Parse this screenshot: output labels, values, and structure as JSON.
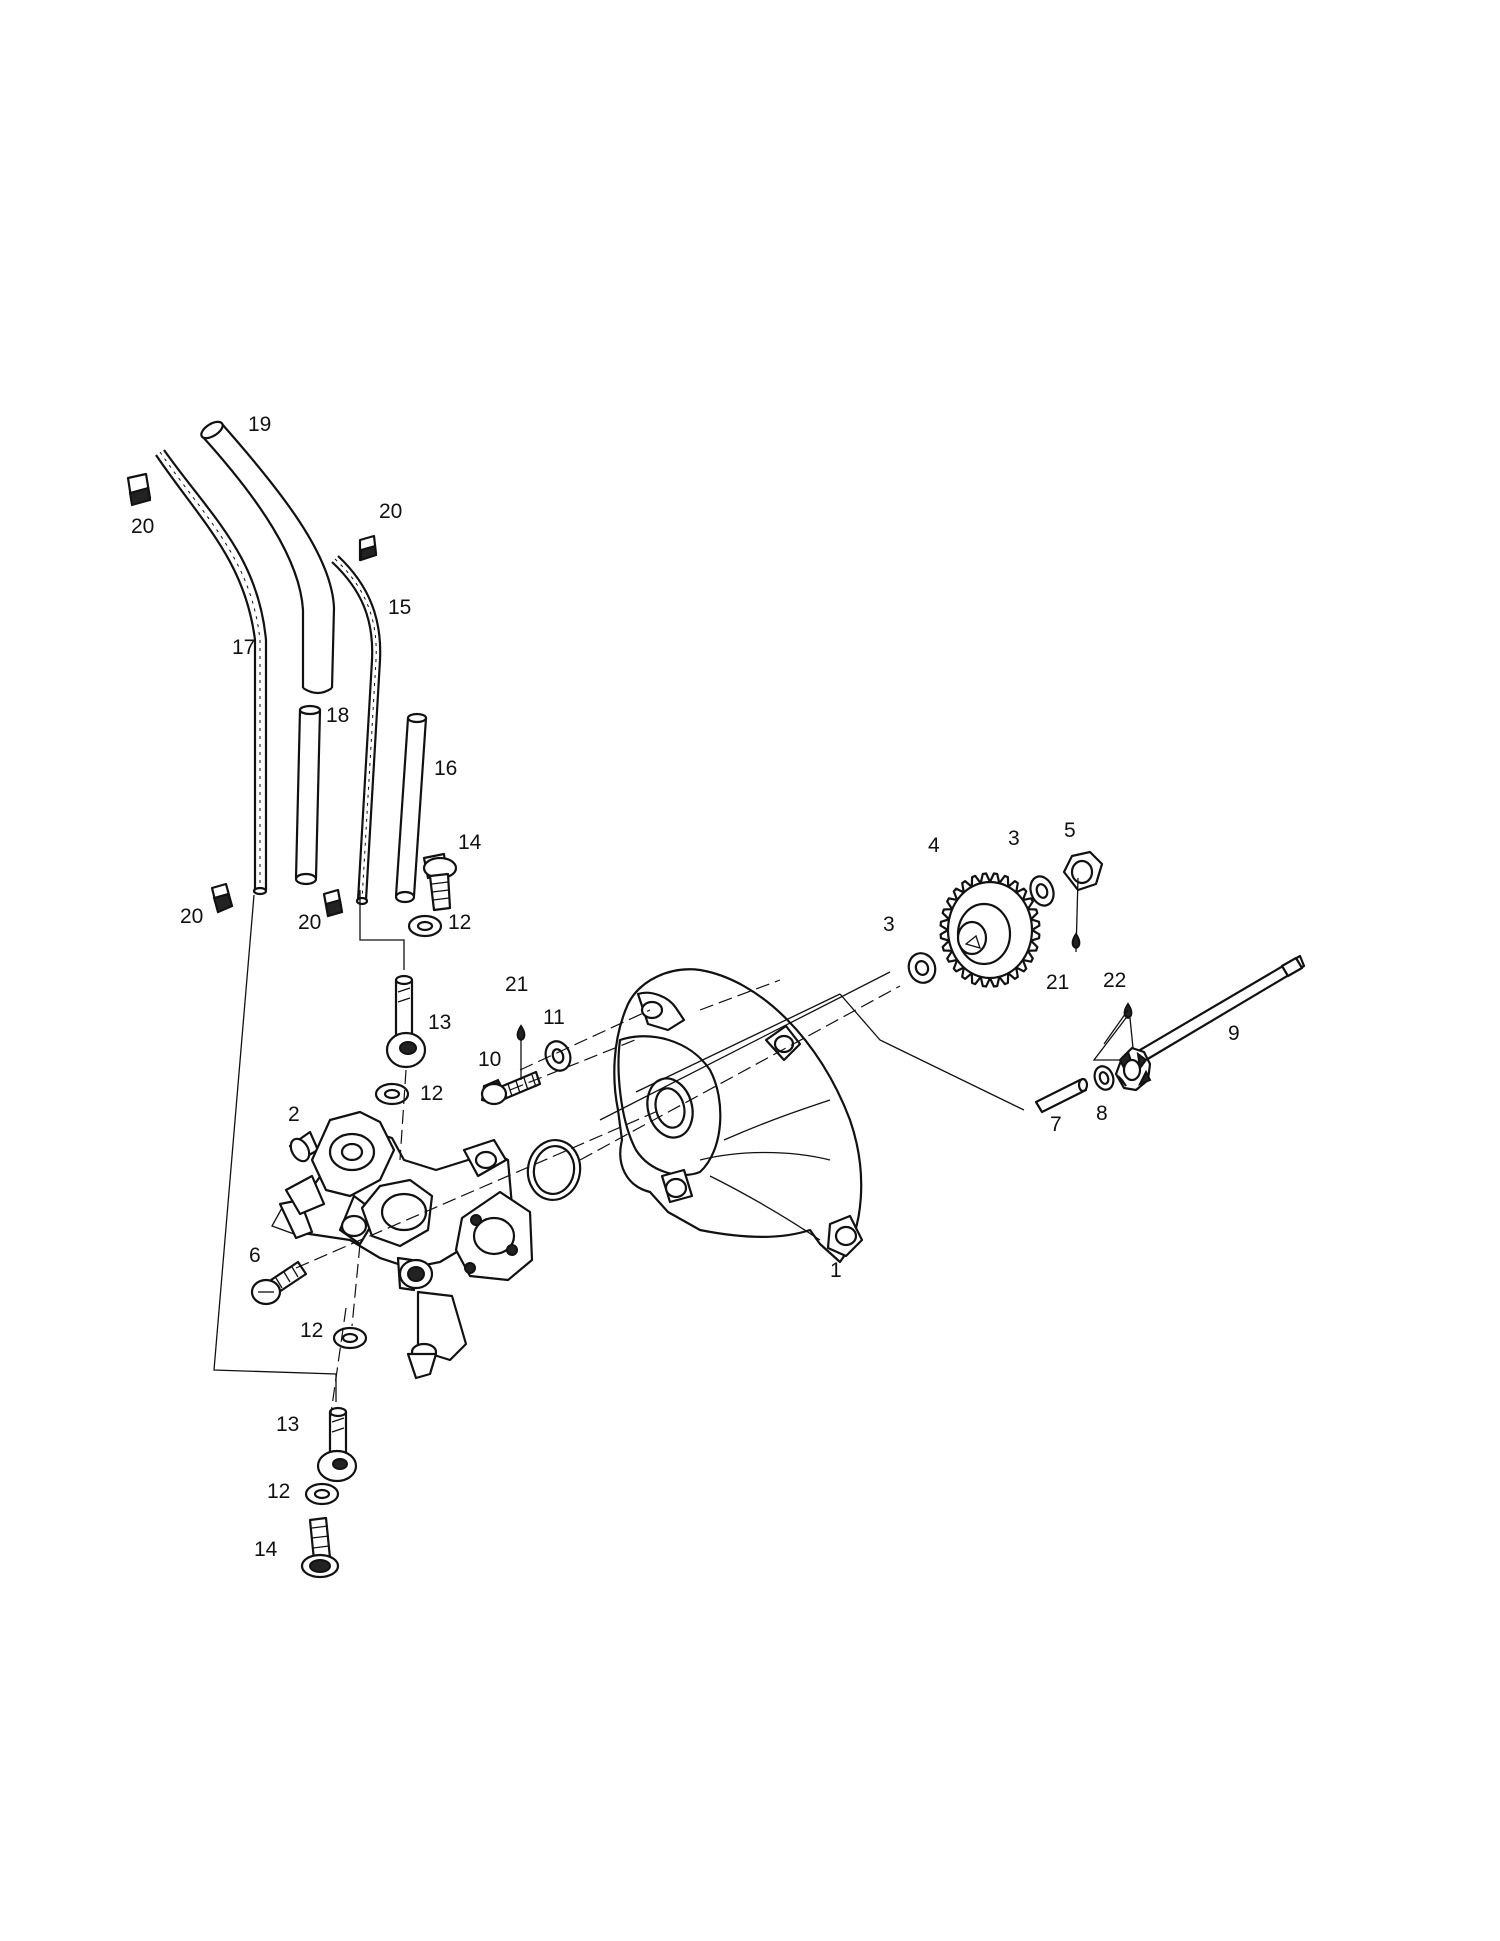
{
  "diagram": {
    "callouts": [
      {
        "id": "c19",
        "text": "19"
      },
      {
        "id": "c20a",
        "text": "20"
      },
      {
        "id": "c20b",
        "text": "20"
      },
      {
        "id": "c15",
        "text": "15"
      },
      {
        "id": "c17",
        "text": "17"
      },
      {
        "id": "c18",
        "text": "18"
      },
      {
        "id": "c16",
        "text": "16"
      },
      {
        "id": "c14a",
        "text": "14"
      },
      {
        "id": "c12a",
        "text": "12"
      },
      {
        "id": "c20c",
        "text": "20"
      },
      {
        "id": "c20d",
        "text": "20"
      },
      {
        "id": "c4",
        "text": "4"
      },
      {
        "id": "c3a",
        "text": "3"
      },
      {
        "id": "c5",
        "text": "5"
      },
      {
        "id": "c3b",
        "text": "3"
      },
      {
        "id": "c21a",
        "text": "21"
      },
      {
        "id": "c21b",
        "text": "21"
      },
      {
        "id": "c22",
        "text": "22"
      },
      {
        "id": "c9",
        "text": "9"
      },
      {
        "id": "c11",
        "text": "11"
      },
      {
        "id": "c13a",
        "text": "13"
      },
      {
        "id": "c10",
        "text": "10"
      },
      {
        "id": "c12b",
        "text": "12"
      },
      {
        "id": "c2",
        "text": "2"
      },
      {
        "id": "c8",
        "text": "8"
      },
      {
        "id": "c7",
        "text": "7"
      },
      {
        "id": "c1",
        "text": "1"
      },
      {
        "id": "c6",
        "text": "6"
      },
      {
        "id": "c12c",
        "text": "12"
      },
      {
        "id": "c13b",
        "text": "13"
      },
      {
        "id": "c12d",
        "text": "12"
      },
      {
        "id": "c14b",
        "text": "14"
      }
    ]
  }
}
